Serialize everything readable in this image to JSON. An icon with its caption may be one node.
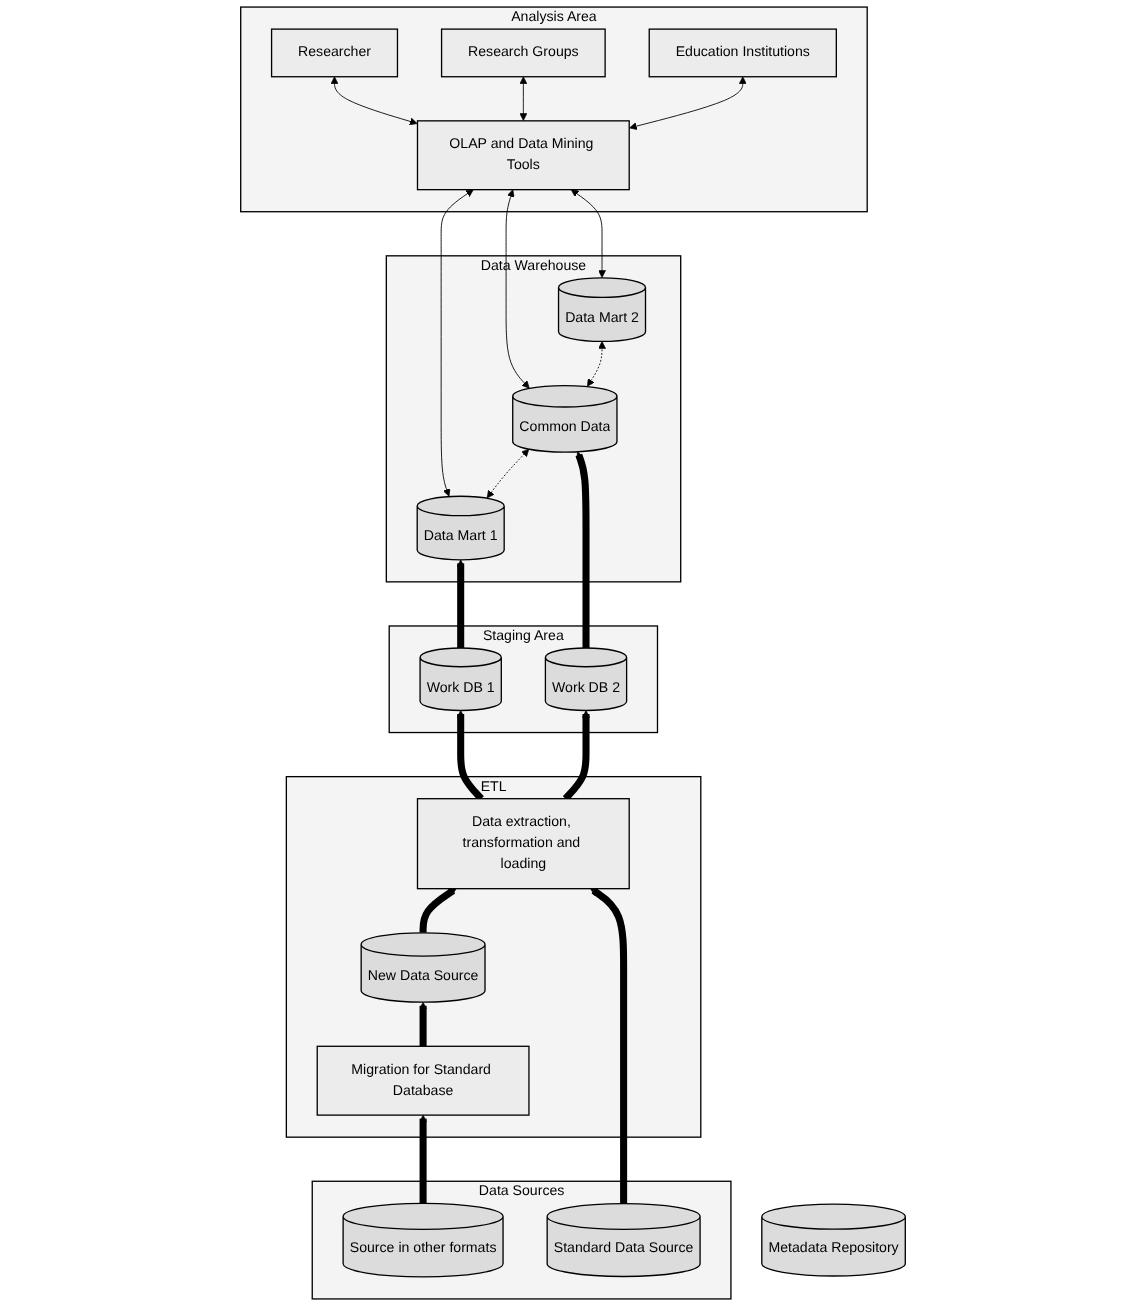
{
  "diagram": {
    "nodes": [
      {
        "text": [
          "Analysis Area"
        ]
      },
      {
        "text": [
          "Researcher"
        ],
        "in": 0
      },
      {
        "text": [
          "Research Groups"
        ],
        "in": 0
      },
      {
        "text": [
          "Education Institutions"
        ],
        "in": 0
      },
      {
        "text": [
          "OLAP and Data Mining Tools"
        ],
        "in": 0
      },
      {
        "text": [
          "Metadata Repository"
        ]
      },
      {
        "text": [
          "Data Warehouse"
        ]
      },
      {
        "text": [
          "Data Mart 1"
        ],
        "in": 6
      },
      {
        "text": [
          "Common Data"
        ],
        "in": 6
      },
      {
        "text": [
          "Data Mart 2"
        ],
        "in": 6
      },
      {
        "text": [
          "Staging Area"
        ]
      },
      {
        "text": [
          "Work DB 1"
        ],
        "in": 10
      },
      {
        "text": [
          "Work DB 2"
        ],
        "in": 10
      },
      {
        "text": [
          "ETL"
        ]
      },
      {
        "text": [
          "Data extraction, transformation and loading"
        ],
        "in": 13
      },
      {
        "text": [
          "New Data Source"
        ],
        "in": 13
      },
      {
        "text": [
          "Migration for Standard Database"
        ],
        "in": 13
      },
      {
        "text": [
          "Data Sources"
        ]
      },
      {
        "text": [
          "Standard Data Source"
        ],
        "in": 17
      },
      {
        "text": [
          "Source in other formats"
        ],
        "in": 17
      }
    ],
    "edges": [
      {
        "from": 4,
        "to": 1,
        "arrow": "both"
      },
      {
        "from": 4,
        "to": 2,
        "arrow": "both"
      },
      {
        "from": 4,
        "to": 3,
        "arrow": "both"
      },
      {
        "from": 7,
        "to": 4,
        "arrow": "both"
      },
      {
        "from": 8,
        "to": 4,
        "arrow": "both"
      },
      {
        "from": 9,
        "to": 4,
        "arrow": "both"
      },
      {
        "from": 7,
        "to": 8,
        "arrow": "both",
        "style": "dashed"
      },
      {
        "from": 8,
        "to": 9,
        "arrow": "both",
        "style": "dashed"
      },
      {
        "from": 11,
        "to": 7,
        "arrow": "to",
        "style": "thick"
      },
      {
        "from": 12,
        "to": 8,
        "arrow": "to",
        "style": "thick"
      },
      {
        "from": 14,
        "to": 11,
        "arrow": "to",
        "style": "thick"
      },
      {
        "from": 14,
        "to": 12,
        "arrow": "to",
        "style": "thick"
      },
      {
        "from": 15,
        "to": 14,
        "arrow": "to",
        "style": "thick"
      },
      {
        "from": 16,
        "to": 15,
        "arrow": "to",
        "style": "thick"
      },
      {
        "from": 18,
        "to": 14,
        "arrow": "to",
        "style": "thick"
      },
      {
        "from": 19,
        "to": 16,
        "arrow": "to",
        "style": "thick"
      }
    ]
  }
}
